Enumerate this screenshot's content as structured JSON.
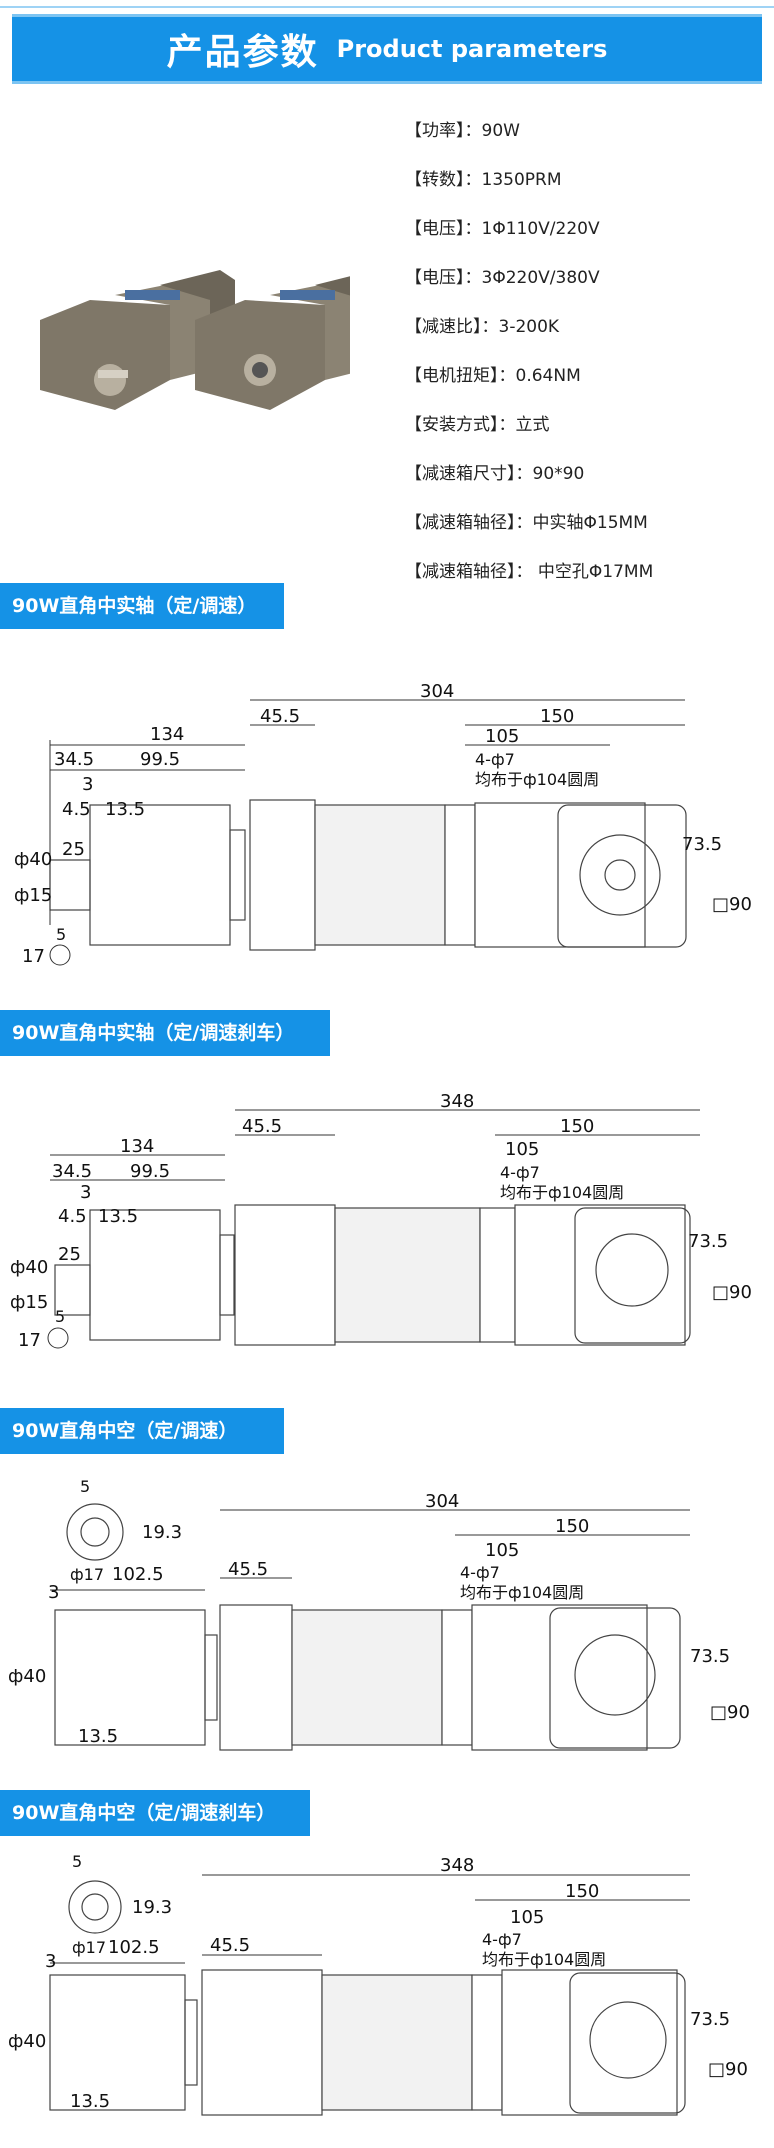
{
  "header": {
    "title_zh": "产品参数",
    "title_en": "Product parameters"
  },
  "specs": [
    {
      "label": "【功率】",
      "value": "：90W"
    },
    {
      "label": "【转数】",
      "value": "：1350PRM"
    },
    {
      "label": "【电压】",
      "value": "：1Φ110V/220V"
    },
    {
      "label": "【电压】",
      "value": "：3Φ220V/380V"
    },
    {
      "label": "【减速比】",
      "value": "：3-200K"
    },
    {
      "label": "【电机扭矩】",
      "value": "：0.64NM"
    },
    {
      "label": "【安装方式】",
      "value": "：立式"
    },
    {
      "label": "【减速箱尺寸】",
      "value": "：90*90"
    },
    {
      "label": "【减速箱轴径】",
      "value": "：中实轴Φ15MM"
    },
    {
      "label": "【减速箱轴径】",
      "value": "： 中空孔Φ17MM"
    }
  ],
  "sections": [
    {
      "title": "90W直角中实轴（定/调速）",
      "dims": {
        "total": "304",
        "side_len": "134",
        "a": "34.5",
        "b": "99.5",
        "c": "3",
        "d": "4.5",
        "e": "13.5",
        "shaft": "ф40",
        "len25": "25",
        "shaft15": "ф15",
        "key": "5",
        "key17": "17",
        "d455": "45.5",
        "d150": "150",
        "d105": "105",
        "holes": "4-ф7",
        "pcd": "均布于ф104圆周",
        "d735": "73.5",
        "sq": "□90"
      }
    },
    {
      "title": "90W直角中实轴（定/调速刹车）",
      "dims": {
        "total": "348",
        "side_len": "134",
        "a": "34.5",
        "b": "99.5",
        "c": "3",
        "d": "4.5",
        "e": "13.5",
        "shaft": "ф40",
        "len25": "25",
        "shaft15": "ф15",
        "key": "5",
        "key17": "17",
        "d455": "45.5",
        "d150": "150",
        "d105": "105",
        "holes": "4-ф7",
        "pcd": "均布于ф104圆周",
        "d735": "73.5",
        "sq": "□90"
      }
    },
    {
      "title": "90W直角中空（定/调速）",
      "dims": {
        "total": "304",
        "key": "5",
        "d193": "19.3",
        "hole17": "ф17",
        "d1025": "102.5",
        "c": "3",
        "shaft": "ф40",
        "e": "13.5",
        "d455": "45.5",
        "d150": "150",
        "d105": "105",
        "holes": "4-ф7",
        "pcd": "均布于ф104圆周",
        "d735": "73.5",
        "sq": "□90"
      }
    },
    {
      "title": "90W直角中空（定/调速刹车）",
      "dims": {
        "total": "348",
        "key": "5",
        "d193": "19.3",
        "hole17": "ф17",
        "d1025": "102.5",
        "c": "3",
        "shaft": "ф40",
        "e": "13.5",
        "d455": "45.5",
        "d150": "150",
        "d105": "105",
        "holes": "4-ф7",
        "pcd": "均布于ф104圆周",
        "d735": "73.5",
        "sq": "□90"
      }
    }
  ]
}
